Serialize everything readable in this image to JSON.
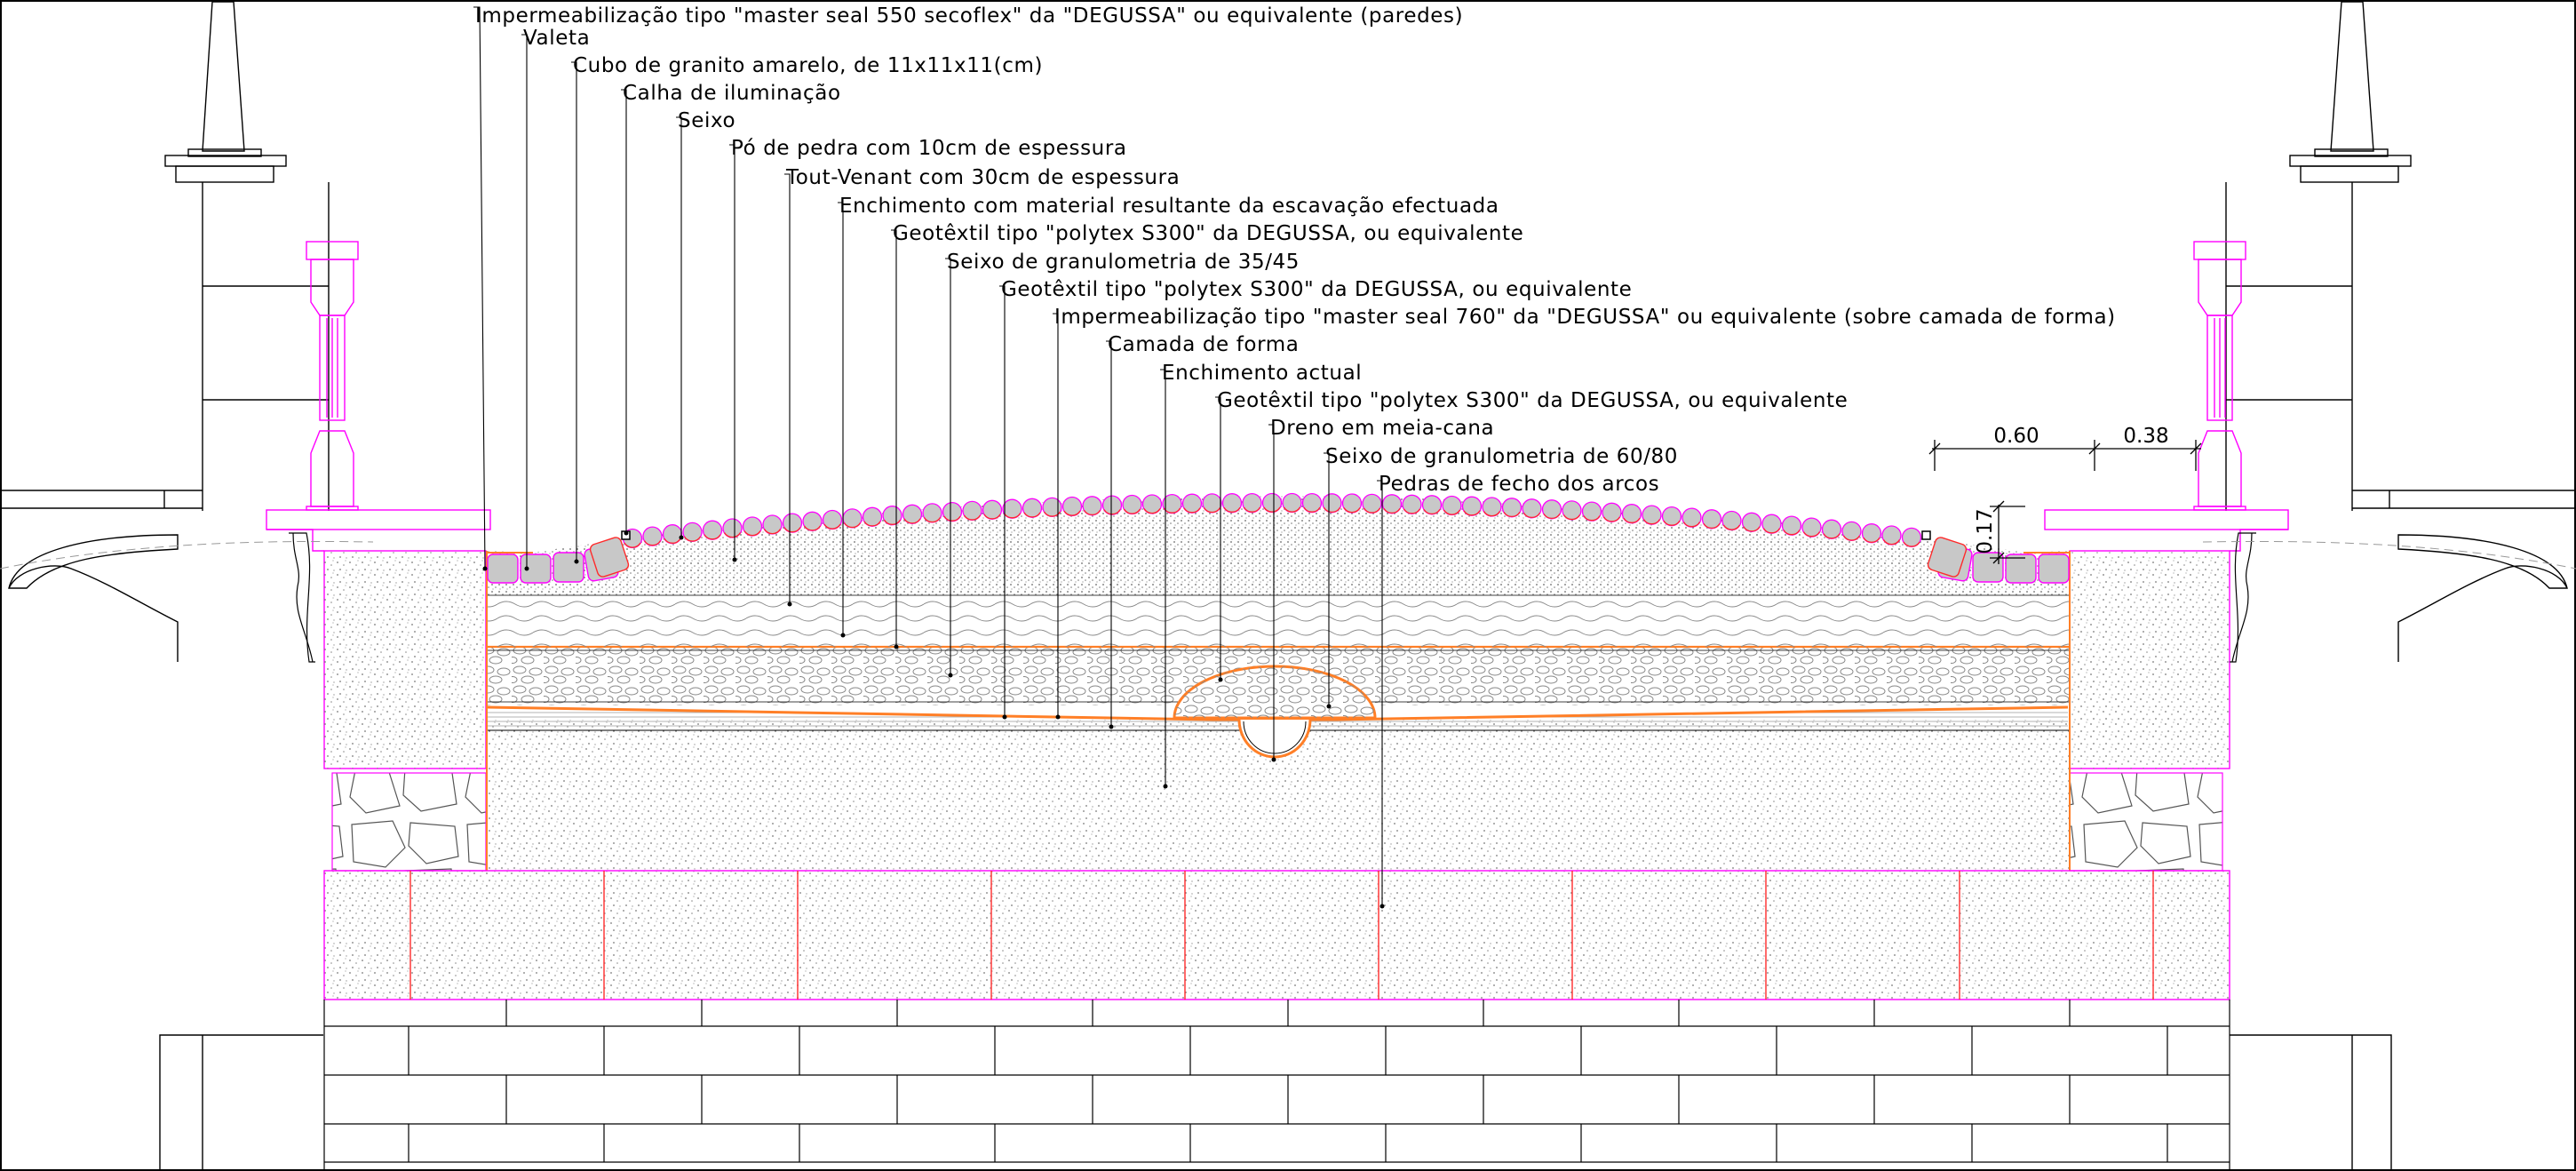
{
  "labels": [
    "Impermeabilização tipo  \"master seal 550 secoflex\" da \"DEGUSSA\" ou equivalente (paredes)",
    "Valeta",
    "Cubo de granito amarelo, de 11x11x11(cm)",
    "Calha de iluminação",
    "Seixo",
    "Pó de pedra com 10cm de espessura",
    "Tout-Venant com 30cm de espessura",
    "Enchimento com material resultante da escavação efectuada",
    "Geotêxtil tipo \"polytex S300\" da DEGUSSA, ou equivalente",
    "Seixo de granulometria de 35/45",
    "Geotêxtil tipo \"polytex S300\" da DEGUSSA, ou equivalente",
    "Impermeabilização tipo  \"master seal 760\" da \"DEGUSSA\" ou equivalente (sobre camada de forma)",
    "Camada de forma",
    "Enchimento actual",
    "Geotêxtil tipo \"polytex S300\" da DEGUSSA, ou equivalente",
    "Dreno em meia-cana",
    "Seixo de granulometria de 60/80",
    "Pedras de fecho dos arcos"
  ],
  "dimensions": {
    "d1": "0.60",
    "d2": "0.38",
    "d3": "0.17"
  },
  "colors": {
    "line": "#000000",
    "magenta": "#ff00ff",
    "orange": "#ff7f27",
    "red": "#ff2a2a",
    "cobble_fill": "#c8c8c8"
  }
}
